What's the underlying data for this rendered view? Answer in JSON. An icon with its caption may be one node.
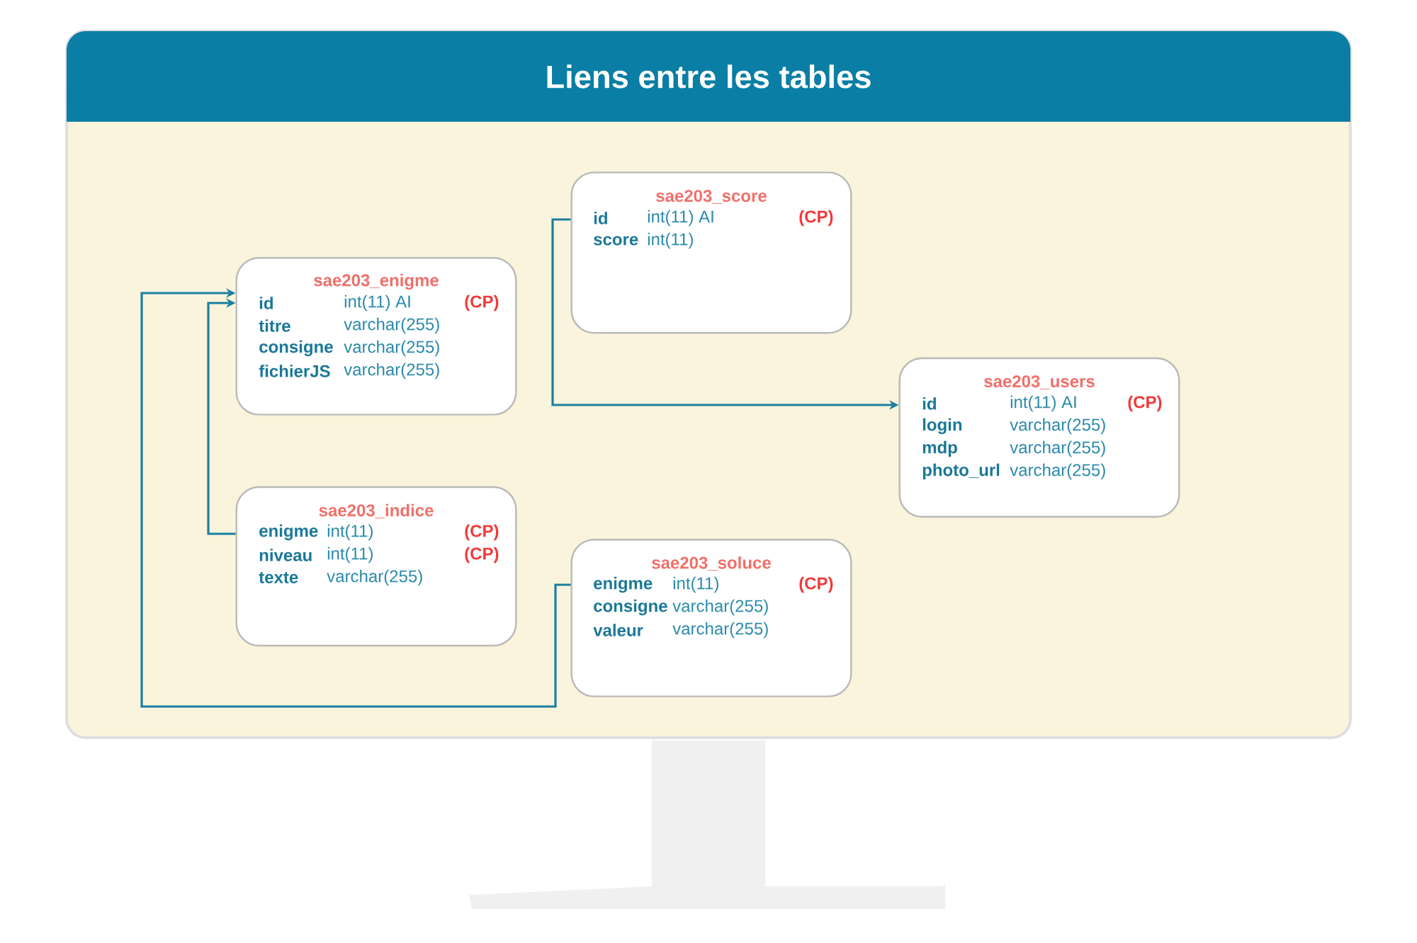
{
  "diagram": {
    "title": "Liens entre les tables",
    "nodes": [
      {
        "text": [
          "sae203_score",
          "id",
          "int(11) AI",
          "(CP)",
          "score",
          "int(11)"
        ]
      },
      {
        "text": [
          "sae203_enigme",
          "id",
          "int(11) AI",
          "(CP)",
          "titre",
          "varchar(255)",
          "consigne",
          "varchar(255)",
          "fichierJS",
          "varchar(255)"
        ]
      },
      {
        "text": [
          "sae203_users",
          "id",
          "int(11) AI",
          "(CP)",
          "login",
          "varchar(255)",
          "mdp",
          "varchar(255)",
          "photo_url",
          "varchar(255)"
        ]
      },
      {
        "text": [
          "sae203_indice",
          "enigme",
          "int(11)",
          "(CP)",
          "niveau",
          "int(11)",
          "(CP)",
          "texte",
          "varchar(255)"
        ]
      },
      {
        "text": [
          "sae203_soluce",
          "enigme",
          "int(11)",
          "(CP)",
          "consigne",
          "varchar(255)",
          "valeur",
          "varchar(255)"
        ]
      }
    ],
    "edges": [
      {
        "from": 3,
        "to": 1,
        "arrow": "to"
      },
      {
        "from": 4,
        "to": 1,
        "arrow": "to"
      },
      {
        "from": 0,
        "to": 2,
        "arrow": "to"
      }
    ]
  }
}
